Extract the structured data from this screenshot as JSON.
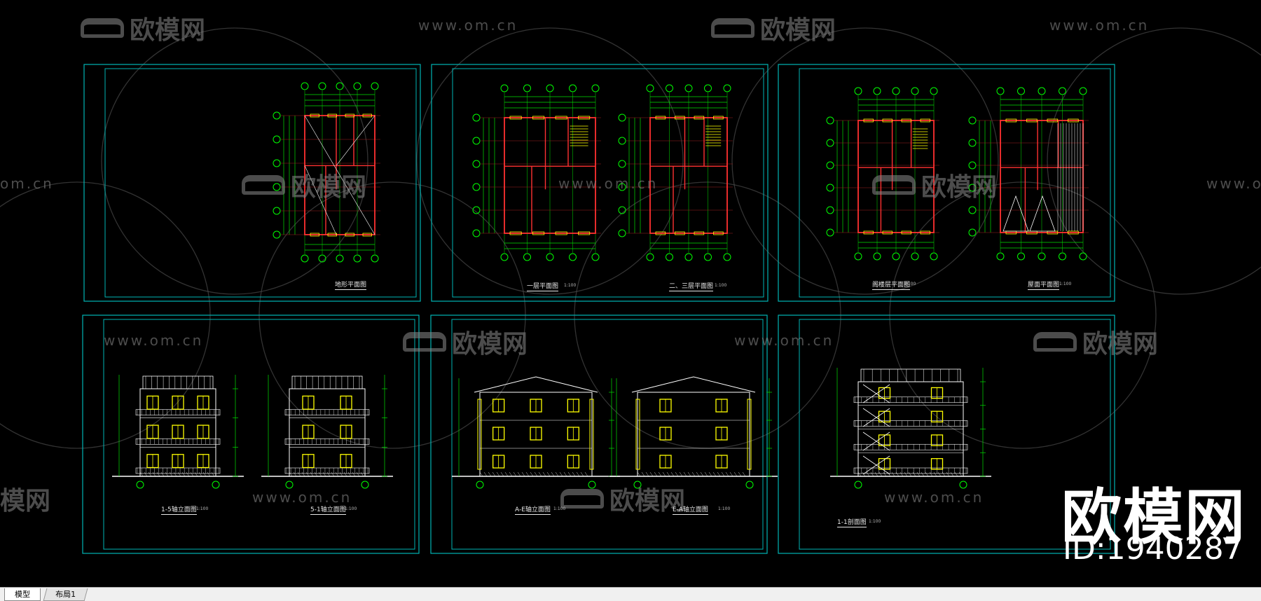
{
  "tabs": {
    "model": "模型",
    "layout1": "布局1"
  },
  "watermark": {
    "url_text": "www.om.cn",
    "url_text_short": "om.cn",
    "brand_text": "欧模网",
    "brand_text_short": "模网"
  },
  "brand": {
    "logo_text": "欧模网",
    "id_text": "ID:1940287"
  },
  "sheets": [
    {
      "title": "地形平面图"
    },
    {
      "title": "一层平面图"
    },
    {
      "title": "二、三层平面图"
    },
    {
      "title": "阁楼层平面图"
    },
    {
      "title": "屋面平面图"
    },
    {
      "title": "1-5轴立面图"
    },
    {
      "title": "5-1轴立面图"
    },
    {
      "title": "A-E轴立面图"
    },
    {
      "title": "E-A轴立面图"
    },
    {
      "title": "1-1剖面图"
    }
  ],
  "scale_label": "1:100",
  "colors": {
    "frame": "#00b4b4",
    "wall": "#ff3030",
    "dimension": "#00e000",
    "window": "#ffff00",
    "line": "#ffffff",
    "axis_bubble": "#00ff00"
  }
}
